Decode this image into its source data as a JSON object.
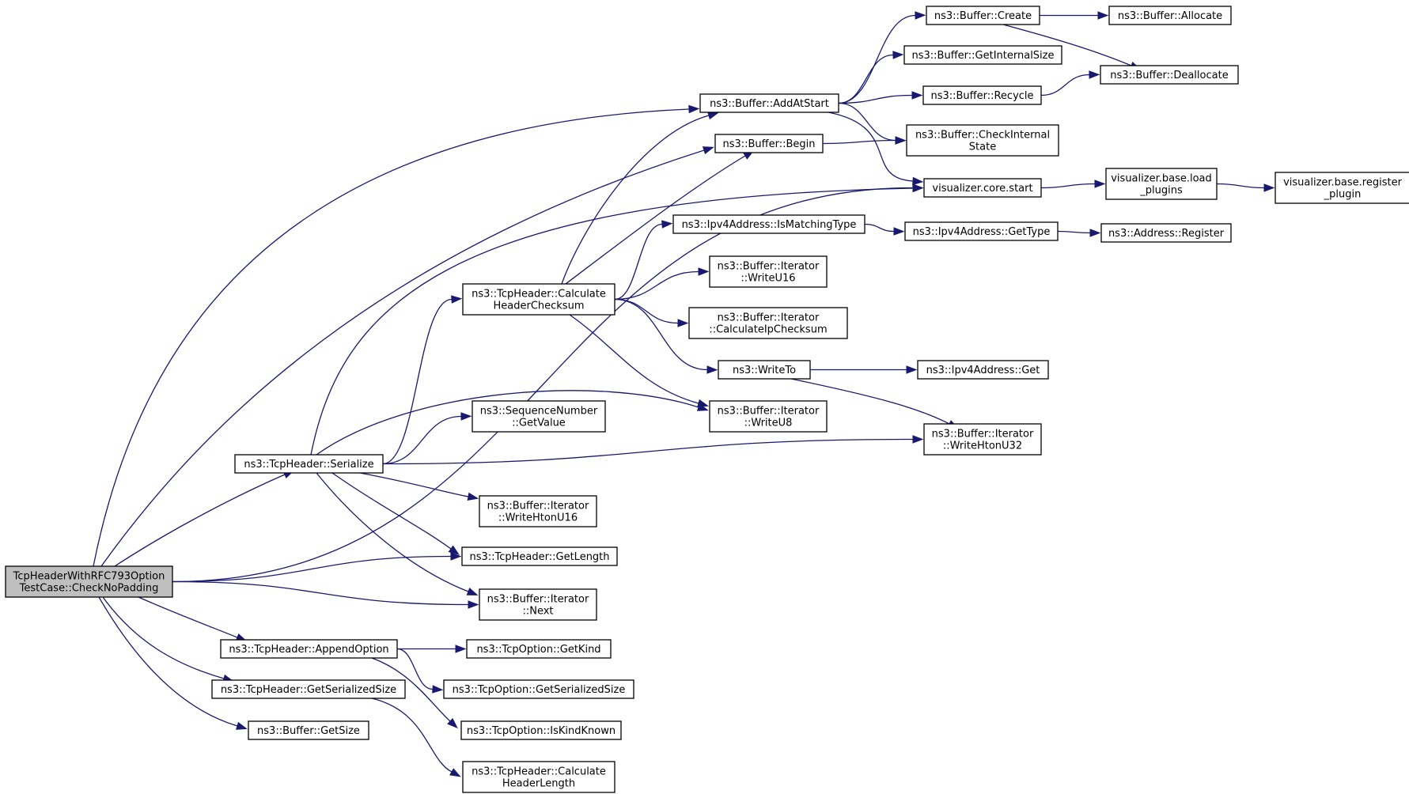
{
  "diagram": {
    "nodes": [
      {
        "id": "root",
        "lines": [
          "TcpHeaderWithRFC793Option",
          "TestCase::CheckNoPadding"
        ],
        "highlight": true
      },
      {
        "id": "serialize",
        "lines": [
          "ns3::TcpHeader::Serialize"
        ]
      },
      {
        "id": "appendOption",
        "lines": [
          "ns3::TcpHeader::AppendOption"
        ]
      },
      {
        "id": "getSerializedSize",
        "lines": [
          "ns3::TcpHeader::GetSerializedSize"
        ]
      },
      {
        "id": "bufGetSize",
        "lines": [
          "ns3::Buffer::GetSize"
        ]
      },
      {
        "id": "calcHeaderChecksum",
        "lines": [
          "ns3::TcpHeader::Calculate",
          "HeaderChecksum"
        ]
      },
      {
        "id": "seqGetValue",
        "lines": [
          "ns3::SequenceNumber",
          "::GetValue"
        ]
      },
      {
        "id": "itWriteHtonU16",
        "lines": [
          "ns3::Buffer::Iterator",
          "::WriteHtonU16"
        ]
      },
      {
        "id": "getLength",
        "lines": [
          "ns3::TcpHeader::GetLength"
        ]
      },
      {
        "id": "itNext",
        "lines": [
          "ns3::Buffer::Iterator",
          "::Next"
        ]
      },
      {
        "id": "optGetKind",
        "lines": [
          "ns3::TcpOption::GetKind"
        ]
      },
      {
        "id": "optGetSerializedSize",
        "lines": [
          "ns3::TcpOption::GetSerializedSize"
        ]
      },
      {
        "id": "optIsKindKnown",
        "lines": [
          "ns3::TcpOption::IsKindKnown"
        ]
      },
      {
        "id": "calcHeaderLength",
        "lines": [
          "ns3::TcpHeader::Calculate",
          "HeaderLength"
        ]
      },
      {
        "id": "addAtStart",
        "lines": [
          "ns3::Buffer::AddAtStart"
        ]
      },
      {
        "id": "begin",
        "lines": [
          "ns3::Buffer::Begin"
        ]
      },
      {
        "id": "isMatchingType",
        "lines": [
          "ns3::Ipv4Address::IsMatchingType"
        ]
      },
      {
        "id": "itWriteU16",
        "lines": [
          "ns3::Buffer::Iterator",
          "::WriteU16"
        ]
      },
      {
        "id": "itCalcIpChecksum",
        "lines": [
          "ns3::Buffer::Iterator",
          "::CalculateIpChecksum"
        ]
      },
      {
        "id": "writeTo",
        "lines": [
          "ns3::WriteTo"
        ]
      },
      {
        "id": "itWriteU8",
        "lines": [
          "ns3::Buffer::Iterator",
          "::WriteU8"
        ]
      },
      {
        "id": "bufCreate",
        "lines": [
          "ns3::Buffer::Create"
        ]
      },
      {
        "id": "bufGetInternalSize",
        "lines": [
          "ns3::Buffer::GetInternalSize"
        ]
      },
      {
        "id": "bufRecycle",
        "lines": [
          "ns3::Buffer::Recycle"
        ]
      },
      {
        "id": "bufCheckInternalState",
        "lines": [
          "ns3::Buffer::CheckInternal",
          "State"
        ]
      },
      {
        "id": "vizCoreStart",
        "lines": [
          "visualizer.core.start"
        ]
      },
      {
        "id": "ipv4GetType",
        "lines": [
          "ns3::Ipv4Address::GetType"
        ]
      },
      {
        "id": "ipv4Get",
        "lines": [
          "ns3::Ipv4Address::Get"
        ]
      },
      {
        "id": "itWriteHtonU32",
        "lines": [
          "ns3::Buffer::Iterator",
          "::WriteHtonU32"
        ]
      },
      {
        "id": "bufAllocate",
        "lines": [
          "ns3::Buffer::Allocate"
        ]
      },
      {
        "id": "bufDeallocate",
        "lines": [
          "ns3::Buffer::Deallocate"
        ]
      },
      {
        "id": "vizLoadPlugins",
        "lines": [
          "visualizer.base.load",
          "_plugins"
        ]
      },
      {
        "id": "vizRegisterPlugin",
        "lines": [
          "visualizer.base.register",
          "_plugin"
        ]
      },
      {
        "id": "addrRegister",
        "lines": [
          "ns3::Address::Register"
        ]
      }
    ],
    "edges": [
      [
        "root",
        "addAtStart"
      ],
      [
        "root",
        "begin"
      ],
      [
        "root",
        "vizCoreStart"
      ],
      [
        "root",
        "serialize"
      ],
      [
        "root",
        "getLength"
      ],
      [
        "root",
        "itNext"
      ],
      [
        "root",
        "appendOption"
      ],
      [
        "root",
        "getSerializedSize"
      ],
      [
        "root",
        "bufGetSize"
      ],
      [
        "serialize",
        "vizCoreStart"
      ],
      [
        "serialize",
        "calcHeaderChecksum"
      ],
      [
        "serialize",
        "itWriteU8"
      ],
      [
        "serialize",
        "seqGetValue"
      ],
      [
        "serialize",
        "itWriteHtonU32"
      ],
      [
        "serialize",
        "itWriteHtonU16"
      ],
      [
        "serialize",
        "getLength"
      ],
      [
        "serialize",
        "itNext"
      ],
      [
        "calcHeaderChecksum",
        "addAtStart"
      ],
      [
        "calcHeaderChecksum",
        "begin"
      ],
      [
        "calcHeaderChecksum",
        "isMatchingType"
      ],
      [
        "calcHeaderChecksum",
        "itWriteU16"
      ],
      [
        "calcHeaderChecksum",
        "itCalcIpChecksum"
      ],
      [
        "calcHeaderChecksum",
        "writeTo"
      ],
      [
        "calcHeaderChecksum",
        "itWriteU8"
      ],
      [
        "addAtStart",
        "bufCreate"
      ],
      [
        "addAtStart",
        "bufGetInternalSize"
      ],
      [
        "addAtStart",
        "bufRecycle"
      ],
      [
        "addAtStart",
        "bufCheckInternalState"
      ],
      [
        "addAtStart",
        "vizCoreStart"
      ],
      [
        "begin",
        "bufCheckInternalState"
      ],
      [
        "bufCreate",
        "bufAllocate"
      ],
      [
        "bufCreate",
        "bufDeallocate"
      ],
      [
        "bufRecycle",
        "bufDeallocate"
      ],
      [
        "vizCoreStart",
        "vizLoadPlugins"
      ],
      [
        "vizLoadPlugins",
        "vizRegisterPlugin"
      ],
      [
        "isMatchingType",
        "ipv4GetType"
      ],
      [
        "ipv4GetType",
        "addrRegister"
      ],
      [
        "writeTo",
        "ipv4Get"
      ],
      [
        "writeTo",
        "itWriteHtonU32"
      ],
      [
        "appendOption",
        "optGetKind"
      ],
      [
        "appendOption",
        "optGetSerializedSize"
      ],
      [
        "appendOption",
        "optIsKindKnown"
      ],
      [
        "getSerializedSize",
        "calcHeaderLength"
      ]
    ],
    "colors": {
      "edge": "#191970",
      "root_fill": "#bfbfbf",
      "node_fill": "#ffffff",
      "node_stroke": "#000000"
    }
  }
}
